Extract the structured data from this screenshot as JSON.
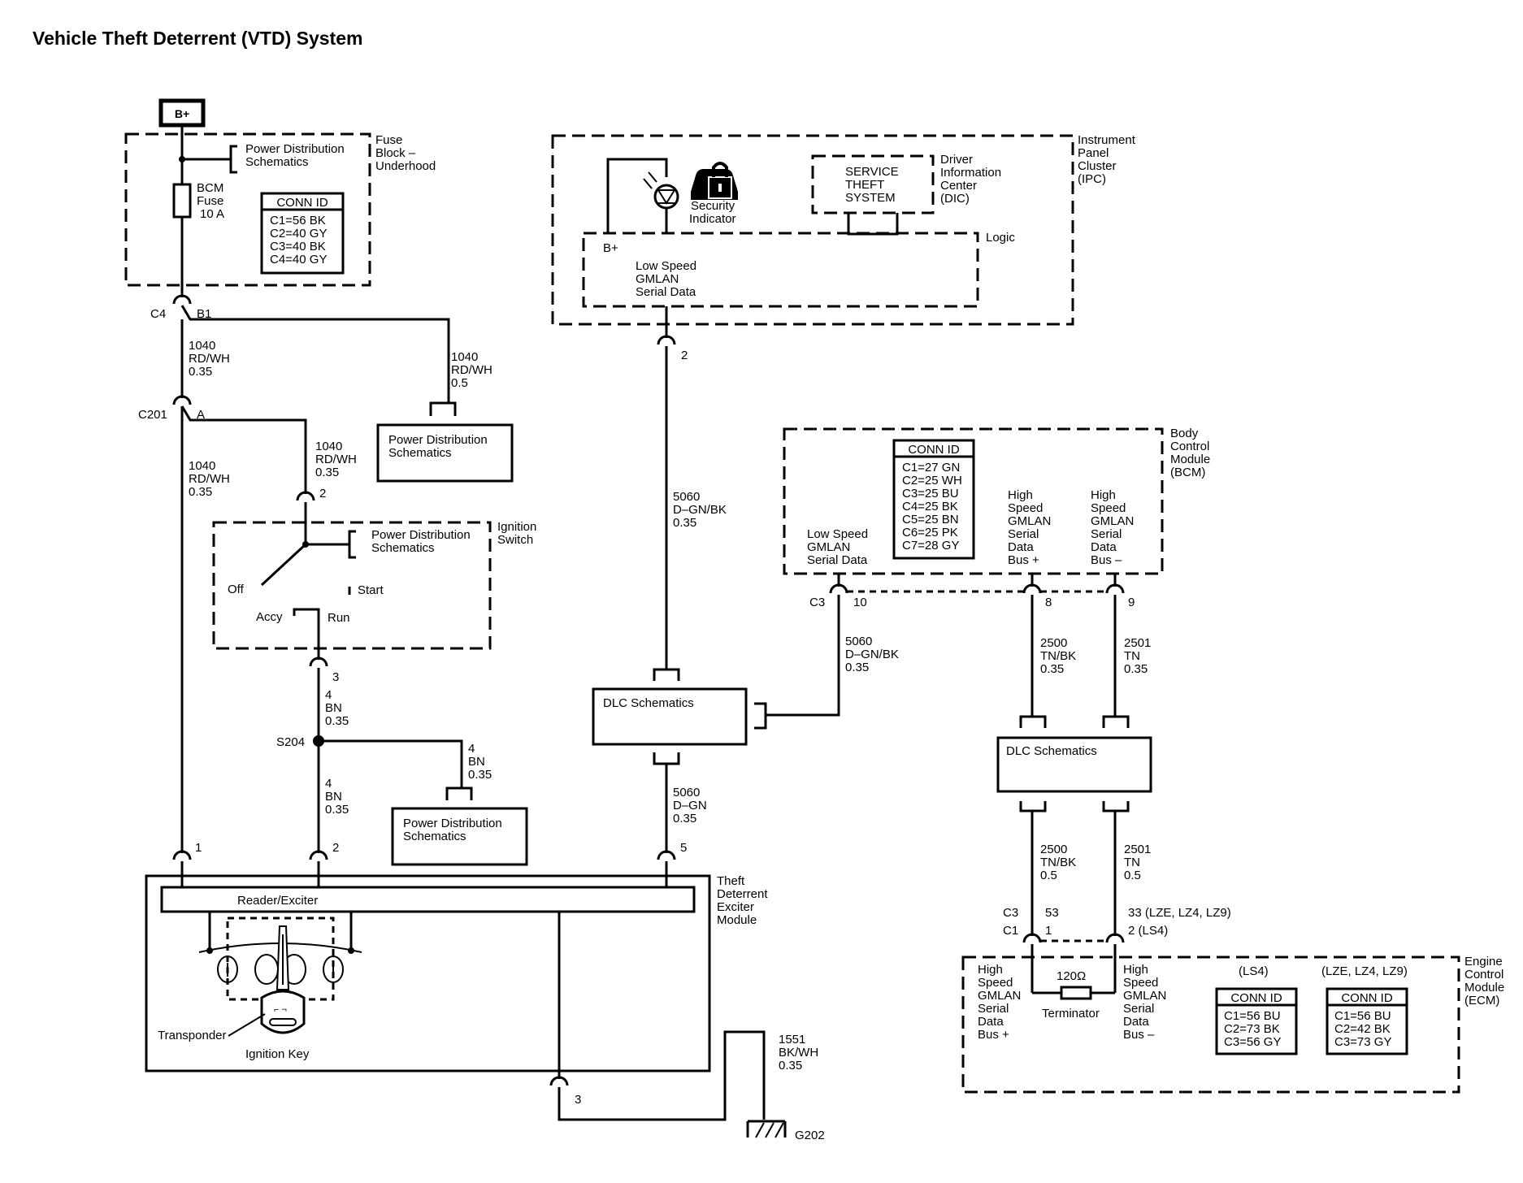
{
  "title": "Vehicle Theft Deterrent (VTD) System",
  "battery": "B+",
  "fuse_block": {
    "name": [
      "Fuse",
      "Block –",
      "Underhood"
    ],
    "power_dist": [
      "Power Distribution",
      "Schematics"
    ],
    "fuse": [
      "BCM",
      "Fuse",
      "10 A"
    ],
    "conn_header": "CONN ID",
    "conn_rows": [
      "C1=56 BK",
      "C2=40 GY",
      "C3=40 BK",
      "C4=40 GY"
    ]
  },
  "conn_c4": {
    "id": "C4",
    "pin": "B1"
  },
  "wire_fuse_down": [
    "1040",
    "RD/WH",
    "0.35"
  ],
  "wire_fuse_right": [
    "1040",
    "RD/WH",
    "0.5"
  ],
  "power_dist_box_1": [
    "Power Distribution",
    "Schematics"
  ],
  "conn_c201": {
    "id": "C201",
    "pin": "A"
  },
  "wire_c201_left": [
    "1040",
    "RD/WH",
    "0.35"
  ],
  "wire_c201_right": [
    "1040",
    "RD/WH",
    "0.35"
  ],
  "ignition_switch": {
    "name": [
      "Ignition",
      "Switch"
    ],
    "pin_in": "2",
    "pin_out": "3",
    "power_dist": [
      "Power Distribution",
      "Schematics"
    ],
    "positions": {
      "off": "Off",
      "start": "Start",
      "accy": "Accy",
      "run": "Run"
    }
  },
  "wire_ign_out": [
    "4",
    "BN",
    "0.35"
  ],
  "splice": "S204",
  "wire_splice_right": [
    "4",
    "BN",
    "0.35"
  ],
  "wire_splice_down": [
    "4",
    "BN",
    "0.35"
  ],
  "power_dist_box_2": [
    "Power Distribution",
    "Schematics"
  ],
  "ipc": {
    "name": [
      "Instrument",
      "Panel",
      "Cluster",
      "(IPC)"
    ],
    "security_indicator": [
      "Security",
      "Indicator"
    ],
    "dic_box": [
      "SERVICE",
      "THEFT",
      "SYSTEM"
    ],
    "dic_name": [
      "Driver",
      "Information",
      "Center",
      "(DIC)"
    ],
    "logic": "Logic",
    "bplus": "B+",
    "data": [
      "Low Speed",
      "GMLAN",
      "Serial Data"
    ],
    "pin": "2"
  },
  "wire_ipc_dlc": [
    "5060",
    "D–GN/BK",
    "0.35"
  ],
  "dlc_box_1": "DLC Schematics",
  "wire_dlc_tdem": [
    "5060",
    "D–GN",
    "0.35"
  ],
  "bcm": {
    "name": [
      "Body",
      "Control",
      "Module",
      "(BCM)"
    ],
    "conn_header": "CONN ID",
    "conn_rows": [
      "C1=27 GN",
      "C2=25 WH",
      "C3=25 BU",
      "C4=25 BK",
      "C5=25 BN",
      "C6=25 PK",
      "C7=28 GY"
    ],
    "low_speed": [
      "Low Speed",
      "GMLAN",
      "Serial Data"
    ],
    "hs_plus": [
      "High",
      "Speed",
      "GMLAN",
      "Serial",
      "Data",
      "Bus +"
    ],
    "hs_minus": [
      "High",
      "Speed",
      "GMLAN",
      "Serial",
      "Data",
      "Bus –"
    ],
    "conn": "C3",
    "pins": [
      "10",
      "8",
      "9"
    ]
  },
  "wire_bcm_dlc1": [
    "5060",
    "D–GN/BK",
    "0.35"
  ],
  "wire_bcm_2500": [
    "2500",
    "TN/BK",
    "0.35"
  ],
  "wire_bcm_2501": [
    "2501",
    "TN",
    "0.35"
  ],
  "dlc_box_2": "DLC Schematics",
  "wire_dlc2_2500": [
    "2500",
    "TN/BK",
    "0.5"
  ],
  "wire_dlc2_2501": [
    "2501",
    "TN",
    "0.5"
  ],
  "ecm": {
    "name": [
      "Engine",
      "Control",
      "Module",
      "(ECM)"
    ],
    "conn_c3": "C3",
    "conn_c1": "C1",
    "pin_53": "53",
    "pin_1": "1",
    "pin_33": "33 (LZE, LZ4, LZ9)",
    "pin_2": "2 (LS4)",
    "hs_plus": [
      "High",
      "Speed",
      "GMLAN",
      "Serial",
      "Data",
      "Bus +"
    ],
    "hs_minus": [
      "High",
      "Speed",
      "GMLAN",
      "Serial",
      "Data",
      "Bus –"
    ],
    "resistor": "120Ω",
    "terminator": "Terminator",
    "ls4_label": "(LS4)",
    "lze_label": "(LZE, LZ4, LZ9)",
    "conn_header": "CONN ID",
    "conn_ls4": [
      "C1=56 BU",
      "C2=73 BK",
      "C3=56 GY"
    ],
    "conn_lze": [
      "C1=56 BU",
      "C2=42 BK",
      "C3=73 GY"
    ]
  },
  "tdem": {
    "name": [
      "Theft",
      "Deterrent",
      "Exciter",
      "Module"
    ],
    "reader": "Reader/Exciter",
    "transponder": "Transponder",
    "key": "Ignition Key",
    "pins": [
      "1",
      "2",
      "5"
    ],
    "ground_pin": "3"
  },
  "wire_ground": [
    "1551",
    "BK/WH",
    "0.35"
  ],
  "ground": "G202"
}
